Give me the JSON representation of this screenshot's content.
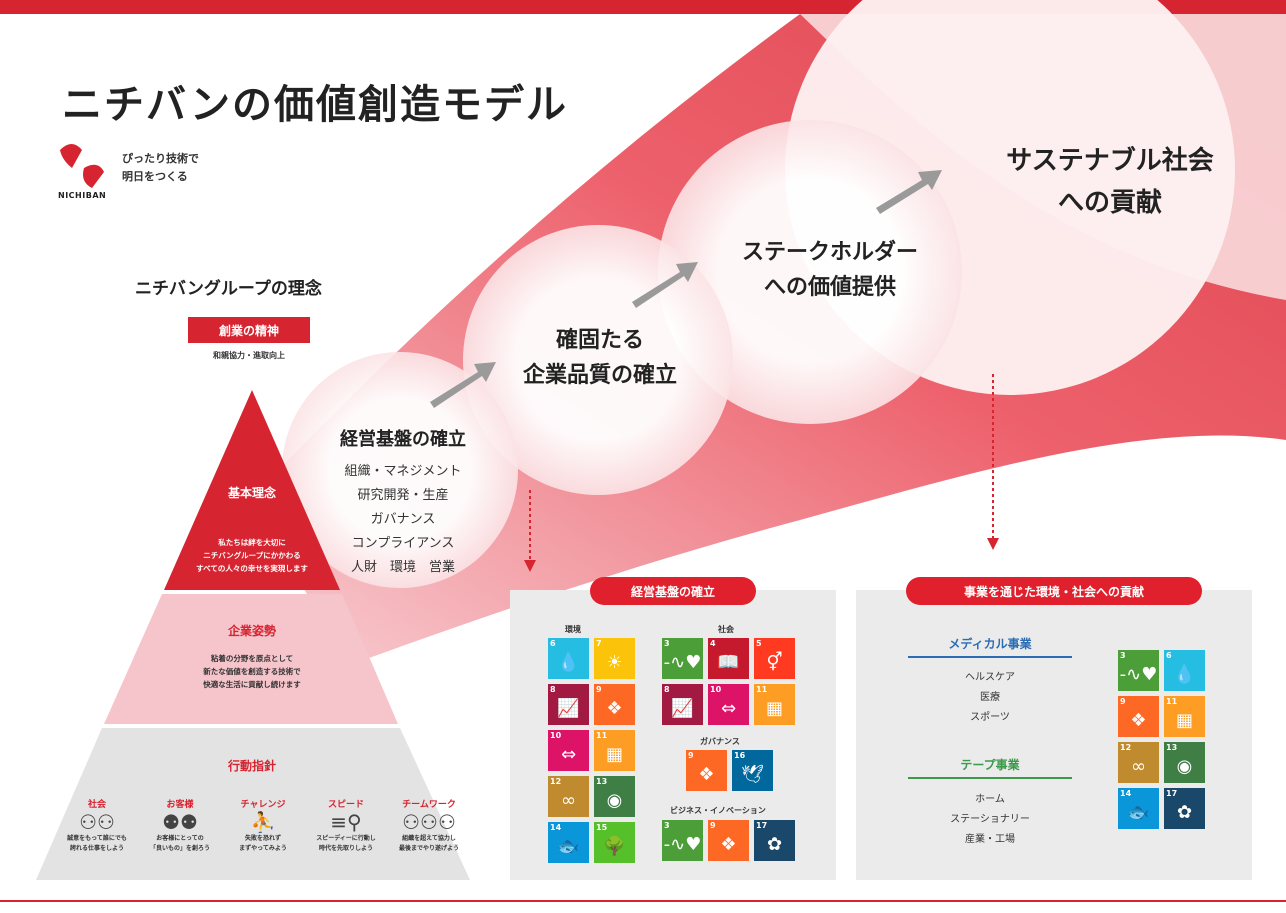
{
  "colors": {
    "brand_red": "#d62430",
    "panel_gray": "#ebebeb"
  },
  "title": "ニチバンの価値創造モデル",
  "logo": {
    "tagline_1": "ぴったり技術で",
    "tagline_2": "明日をつくる",
    "name": "NICHIBAN"
  },
  "philosophy": {
    "title": "ニチバングループの理念",
    "spirit_label": "創業の精神",
    "spirit_text": "和親協力・進取向上",
    "basic": {
      "heading": "基本理念",
      "lines": [
        "私たちは絆を大切に",
        "ニチバングループにかかわる",
        "すべての人々の幸せを実現します"
      ]
    },
    "stance": {
      "heading": "企業姿勢",
      "lines": [
        "粘着の分野を原点として",
        "新たな価値を創造する技術で",
        "快適な生活に貢献し続けます"
      ]
    },
    "conduct": {
      "heading": "行動指針",
      "items": [
        {
          "label": "社会",
          "icon": "people-icon",
          "lines": [
            "誠意をもって誰にでも",
            "誇れる仕事をしよう"
          ]
        },
        {
          "label": "お客様",
          "icon": "customer-icon",
          "lines": [
            "お客様にとっての",
            "「良いもの」を創ろう"
          ]
        },
        {
          "label": "チャレンジ",
          "icon": "climb-icon",
          "lines": [
            "失敗を恐れず",
            "まずやってみよう"
          ]
        },
        {
          "label": "スピード",
          "icon": "run-icon",
          "lines": [
            "スピーディーに行動し",
            "時代を先取りしよう"
          ]
        },
        {
          "label": "チームワーク",
          "icon": "team-icon",
          "lines": [
            "組織を超えて協力し",
            "最後までやり遂げよう"
          ]
        }
      ]
    }
  },
  "steps": {
    "step1": {
      "title": "経営基盤の確立",
      "items": [
        "組織・マネジメント",
        "研究開発・生産",
        "ガバナンス",
        "コンプライアンス",
        "人財　環境　営業"
      ]
    },
    "step2": {
      "line1": "確固たる",
      "line2": "企業品質の確立"
    },
    "step3": {
      "line1": "ステークホルダー",
      "line2": "への価値提供"
    },
    "goal": {
      "line1": "サステナブル社会",
      "line2": "への貢献"
    }
  },
  "panel_left": {
    "title": "経営基盤の確立",
    "groups": {
      "env": "環境",
      "soc": "社会",
      "gov": "ガバナンス",
      "biz": "ビジネス・イノベーション"
    }
  },
  "panel_right": {
    "title": "事業を通じた環境・社会への貢献",
    "medical": {
      "title": "メディカル事業",
      "items": [
        "ヘルスケア",
        "医療",
        "スポーツ"
      ]
    },
    "tape": {
      "title": "テープ事業",
      "items": [
        "ホーム",
        "ステーショナリー",
        "産業・工場"
      ]
    }
  },
  "sdgs": {
    "3": {
      "color": "#4c9f38",
      "icon": "heartbeat-icon",
      "glyph": "-∿♥"
    },
    "4": {
      "color": "#c5192d",
      "icon": "book-icon",
      "glyph": "📖"
    },
    "5": {
      "color": "#ff3a21",
      "icon": "gender-icon",
      "glyph": "⚥"
    },
    "6": {
      "color": "#26bde2",
      "icon": "water-drop-icon",
      "glyph": "💧"
    },
    "7": {
      "color": "#fcc30b",
      "icon": "sun-icon",
      "glyph": "☀"
    },
    "8": {
      "color": "#a21942",
      "icon": "growth-chart-icon",
      "glyph": "📈"
    },
    "9": {
      "color": "#fd6925",
      "icon": "cubes-icon",
      "glyph": "❖"
    },
    "10": {
      "color": "#dd1367",
      "icon": "equality-icon",
      "glyph": "⇔"
    },
    "11": {
      "color": "#fd9d24",
      "icon": "city-icon",
      "glyph": "▦"
    },
    "12": {
      "color": "#bf8b2e",
      "icon": "infinity-icon",
      "glyph": "∞"
    },
    "13": {
      "color": "#3f7e44",
      "icon": "eye-globe-icon",
      "glyph": "◉"
    },
    "14": {
      "color": "#0a97d9",
      "icon": "fish-icon",
      "glyph": "🐟"
    },
    "15": {
      "color": "#56c02b",
      "icon": "tree-icon",
      "glyph": "🌳"
    },
    "16": {
      "color": "#00689d",
      "icon": "dove-icon",
      "glyph": "🕊"
    },
    "17": {
      "color": "#19486a",
      "icon": "flower-icon",
      "glyph": "✿"
    }
  }
}
